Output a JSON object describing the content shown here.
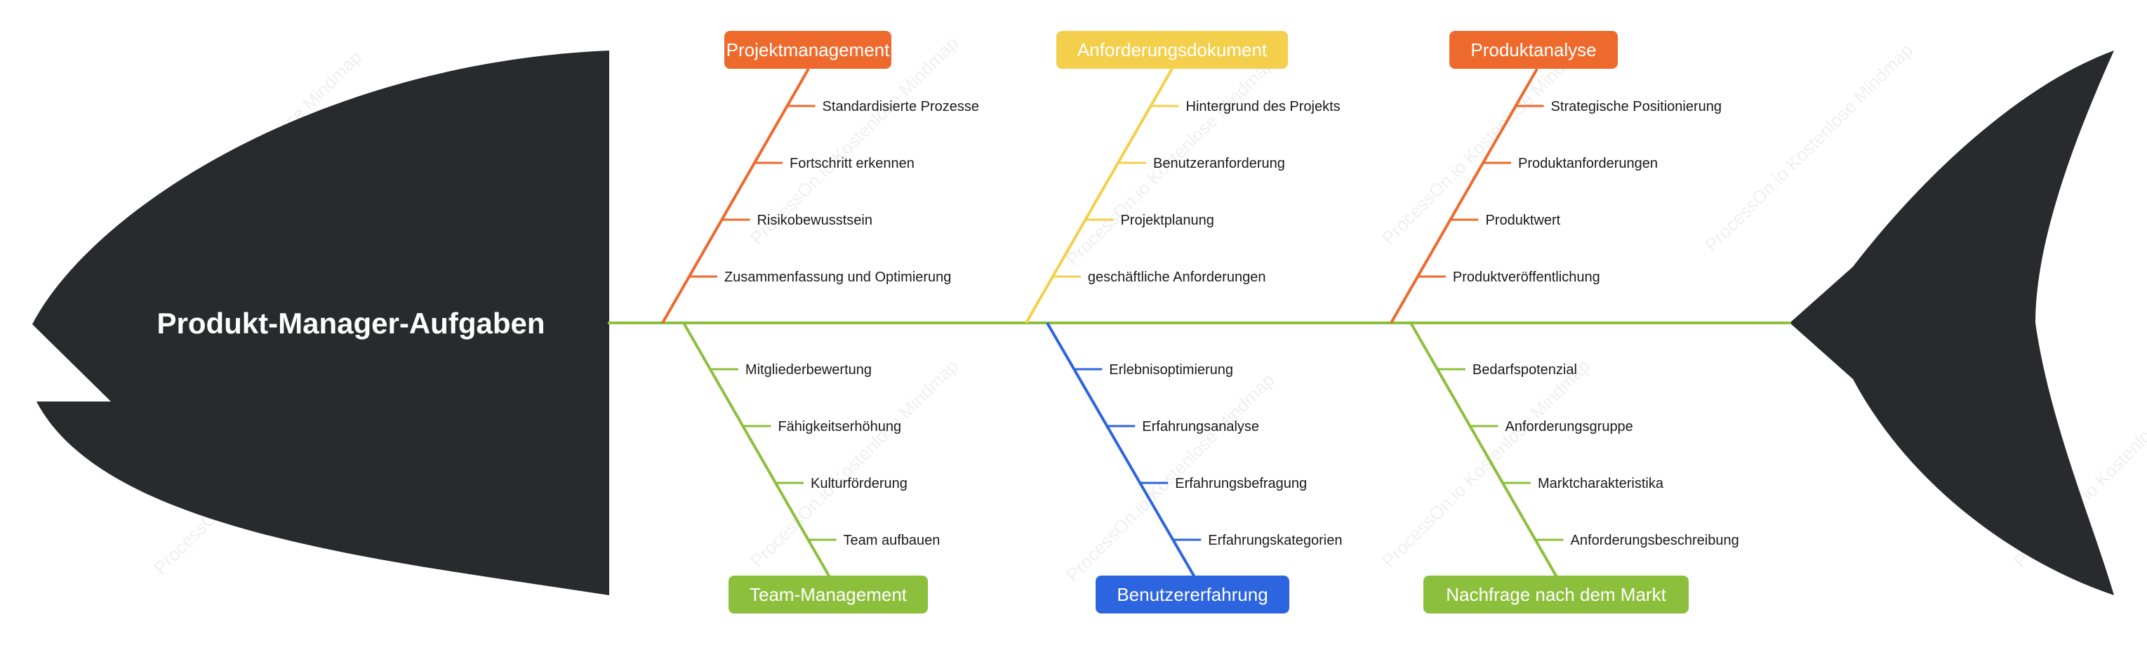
{
  "title": "Produkt-Manager-Aufgaben",
  "watermark": "ProcessOn.io Kostenlose Mindmap",
  "colors": {
    "fish_body": "#292a2e",
    "spine": "#8cc03c",
    "orange": "#ee6a2c",
    "yellow": "#f4cf4b",
    "blue": "#2d64df",
    "green": "#8cc03c",
    "label_text": "#1a1a1a"
  },
  "bones": [
    {
      "label": "Projektmanagement",
      "color": "orange",
      "side": "top",
      "items": [
        "Standardisierte Prozesse",
        "Fortschritt erkennen",
        "Risikobewusstsein",
        "Zusammenfassung und Optimierung"
      ]
    },
    {
      "label": "Anforderungsdokument",
      "color": "yellow",
      "side": "top",
      "items": [
        "Hintergrund des Projekts",
        "Benutzeranforderung",
        "Projektplanung",
        "geschäftliche Anforderungen"
      ]
    },
    {
      "label": "Produktanalyse",
      "color": "orange",
      "side": "top",
      "items": [
        "Strategische Positionierung",
        "Produktanforderungen",
        "Produktwert",
        "Produktveröffentlichung"
      ]
    },
    {
      "label": "Team-Management",
      "color": "green",
      "side": "bottom",
      "items": [
        "Mitgliederbewertung",
        "Fähigkeitserhöhung",
        "Kulturförderung",
        "Team aufbauen"
      ]
    },
    {
      "label": "Benutzererfahrung",
      "color": "blue",
      "side": "bottom",
      "items": [
        "Erlebnisoptimierung",
        "Erfahrungsanalyse",
        "Erfahrungsbefragung",
        "Erfahrungskategorien"
      ]
    },
    {
      "label": "Nachfrage nach dem Markt",
      "color": "green",
      "side": "bottom",
      "items": [
        "Bedarfspotenzial",
        "Anforderungsgruppe",
        "Marktcharakteristika",
        "Anforderungsbeschreibung"
      ]
    }
  ]
}
